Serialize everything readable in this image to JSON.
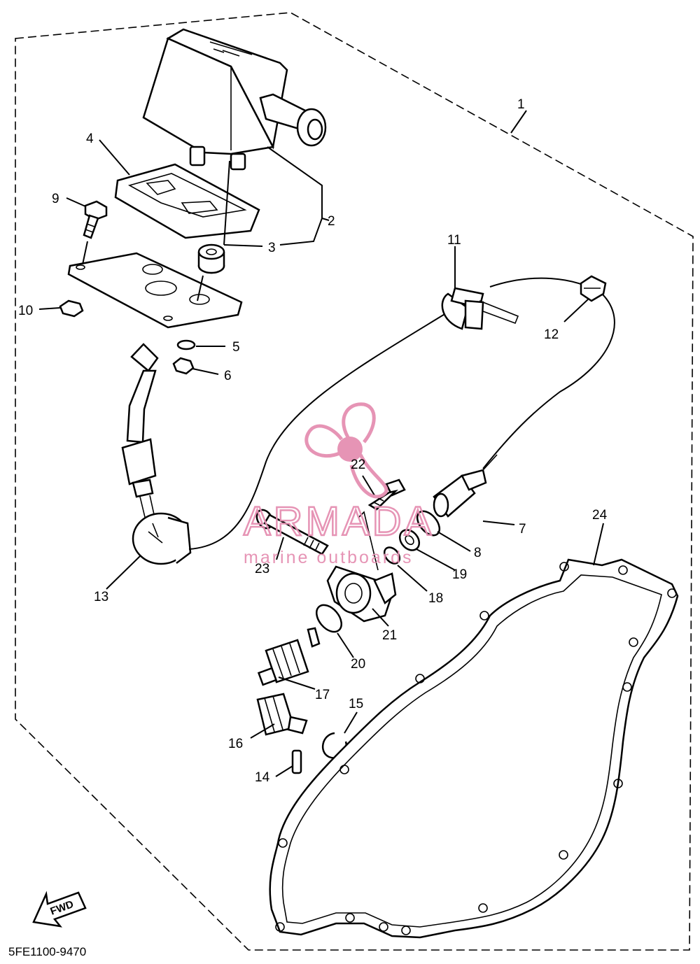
{
  "watermark": {
    "brand": "ARMADA",
    "tagline": "marine outboards",
    "accent_color": "#e58fb2"
  },
  "document_code": "5FE1100-9470",
  "fwd_arrow": {
    "label": "FWD",
    "icon": "fwd-arrow-icon"
  },
  "part_labels": {
    "p1": "1",
    "p2": "2",
    "p3": "3",
    "p4": "4",
    "p5": "5",
    "p6": "6",
    "p7": "7",
    "p8": "8",
    "p9": "9",
    "p10": "10",
    "p11": "11",
    "p12": "12",
    "p13": "13",
    "p14": "14",
    "p15": "15",
    "p16": "16",
    "p17": "17",
    "p18": "18",
    "p19": "19",
    "p20": "20",
    "p21": "21",
    "p22": "22",
    "p23": "23",
    "p24": "24"
  }
}
